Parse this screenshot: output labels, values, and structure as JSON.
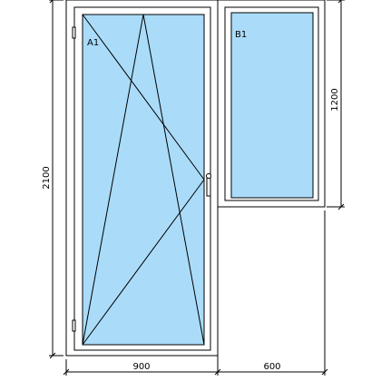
{
  "sashes": [
    {
      "label": "A1",
      "opening": "tilt-and-turn",
      "hinge_side": "left",
      "handle_side": "right"
    },
    {
      "label": "B1",
      "opening": "fixed"
    }
  ],
  "dimensions": {
    "door_width": "900",
    "window_width": "600",
    "total_height": "2100",
    "window_height": "1200"
  },
  "colors": {
    "frame": "#ffffff",
    "outline": "#000000",
    "glass": "#aadcfa",
    "dimension_line": "#000000"
  },
  "icons": [
    "hinge-icon",
    "handle-icon"
  ]
}
